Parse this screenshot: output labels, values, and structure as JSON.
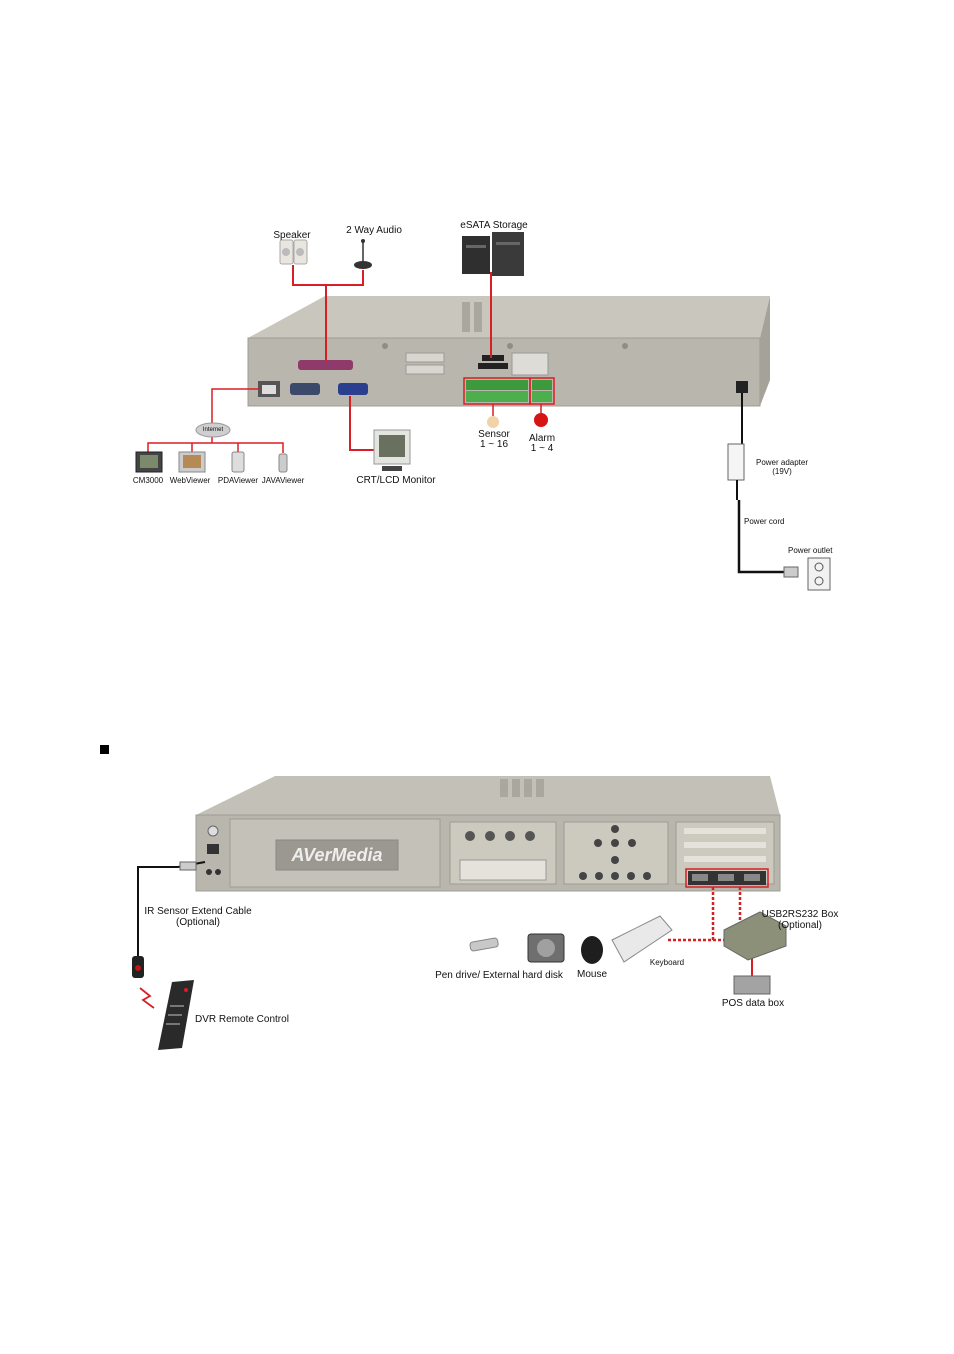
{
  "top": {
    "speaker": "Speaker",
    "two_way_audio": "2 Way Audio",
    "esata": "eSATA Storage",
    "internet": "Internet",
    "cm3000": "CM3000",
    "webviewer": "WebViewer",
    "pdaviewer": "PDAViewer",
    "javaviewer": "JAVAViewer",
    "crt_monitor": "CRT/LCD Monitor",
    "sensor_1": "Sensor",
    "sensor_2": "1 ~ 16",
    "alarm_1": "Alarm",
    "alarm_2": "1 ~ 4",
    "power_adapter_1": "Power adapter",
    "power_adapter_2": "(19V)",
    "power_cord": "Power cord",
    "power_outlet": "Power outlet"
  },
  "bottom": {
    "brand": "AVerMedia",
    "ir_cable_1": "IR Sensor Extend Cable",
    "ir_cable_2": "(Optional)",
    "remote": "DVR Remote Control",
    "usb_box_1": "USB2RS232 Box",
    "usb_box_2": "(Optional)",
    "pen_drive": "Pen drive/ External hard disk",
    "mouse": "Mouse",
    "keyboard": "Keyboard",
    "pos_box": "POS data box"
  },
  "colors": {
    "device_body": "#b9b7ad",
    "device_dark": "#8f8d84",
    "cable_red": "#d81f26",
    "cable_black": "#111111"
  }
}
